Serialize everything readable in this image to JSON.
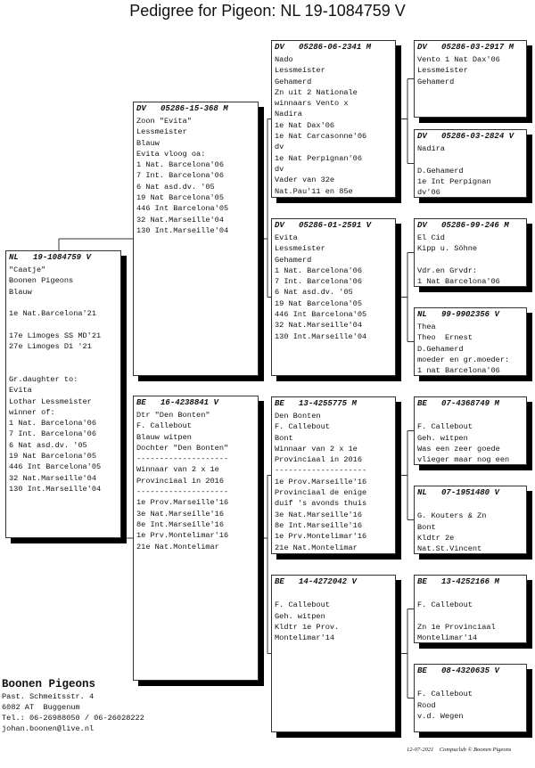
{
  "title": "Pedigree for Pigeon: NL  19-1084759 V",
  "pigeons": [
    {
      "country": "NL",
      "ring": "19-1084759",
      "sex": "V",
      "lines": [
        "\"Caatje\"",
        "Boonen Pigeons",
        "Blauw",
        "",
        "1e Nat.Barcelona'21",
        "",
        "17e Limoges SS MD'21",
        "27e Limoges D1 '21",
        "",
        "",
        "Gr.daughter to:",
        "Evita",
        "Lothar Lessmeister",
        "winner of:",
        "1 Nat. Barcelona'06",
        "7 Int. Barcelona'06",
        "6 Nat asd.dv. '05",
        "19 Nat Barcelona'05",
        "446 Int Barcelona'05",
        "32 Nat.Marseille'04",
        "130 Int.Marseille'04"
      ]
    },
    {
      "country": "DV",
      "ring": "05286-15-368",
      "sex": "M",
      "lines": [
        "Zoon \"Evita\"",
        "Lessmeister",
        "Blauw",
        "Evita vloog oa:",
        "1 Nat. Barcelona'06",
        "7 Int. Barcelona'06",
        "6 Nat asd.dv. '05",
        "19 Nat Barcelona'05",
        "446 Int Barcelona'05",
        "32 Nat.Marseille'04",
        "130 Int.Marseille'04"
      ]
    },
    {
      "country": "BE",
      "ring": "16-4238841",
      "sex": "V",
      "lines": [
        "Dtr \"Den Bonten\"",
        "F. Callebout",
        "Blauw witpen",
        "Dochter \"Den Bonten\"",
        "--------------------",
        "Winnaar van 2 x 1e",
        "Provinciaal in 2016",
        "--------------------",
        "1e Prov.Marseille'16",
        "3e Nat.Marseille'16",
        "8e Int.Marseille'16",
        "1e Prv.Montelimar'16",
        "21e Nat.Montelimar"
      ]
    },
    {
      "country": "DV",
      "ring": "05286-06-2341",
      "sex": "M",
      "lines": [
        "Nado",
        "Lessmeister",
        "Gehamerd",
        "Zn uit 2 Nationale",
        "winnaars Vento x",
        "Nadira",
        "1e Nat Dax'06",
        "1e Nat Carcasonne'06",
        "dv",
        "1e Nat Perpignan'06",
        "dv",
        "Vader van 32e",
        "Nat.Pau'11 en 85e"
      ]
    },
    {
      "country": "DV",
      "ring": "05286-01-2591",
      "sex": "V",
      "lines": [
        "Evita",
        "Lessmeister",
        "Gehamerd",
        "1 Nat. Barcelona'06",
        "7 Int. Barcelona'06",
        "6 Nat asd.dv. '05",
        "19 Nat Barcelona'05",
        "446 Int Barcelona'05",
        "32 Nat.Marseille'04",
        "130 Int.Marseille'04"
      ]
    },
    {
      "country": "BE",
      "ring": "13-4255775",
      "sex": "M",
      "lines": [
        "Den Bonten",
        "F. Callebout",
        "Bont",
        "Winnaar van 2 x 1e",
        "Provinciaal in 2016",
        "--------------------",
        "1e Prov.Marseille'16",
        "Provinciaal de enige",
        "duif 's avonds thuis",
        "3e Nat.Marseille'16",
        "8e Int.Marseille'16",
        "1e Prv.Montelimar'16",
        "21e Nat.Montelimar"
      ]
    },
    {
      "country": "BE",
      "ring": "14-4272042",
      "sex": "V",
      "lines": [
        "",
        "F. Callebout",
        "Geh. witpen",
        "Kldtr 1e Prov.",
        "Montelimar'14"
      ]
    },
    {
      "country": "DV",
      "ring": "05286-03-2917",
      "sex": "M",
      "lines": [
        "Vento 1 Nat Dax'06",
        "Lessmeister",
        "Gehamerd"
      ]
    },
    {
      "country": "DV",
      "ring": "05286-03-2824",
      "sex": "V",
      "lines": [
        "Nadira",
        "",
        "D.Gehamerd",
        "1e Int Perpignan",
        "dv'06"
      ]
    },
    {
      "country": "DV",
      "ring": "05286-99-246",
      "sex": "M",
      "lines": [
        "El Cid",
        "Kipp u. Söhne",
        "",
        "Vdr.en Grvdr:",
        "1 Nat Barcelona'06"
      ]
    },
    {
      "country": "NL",
      "ring": "99-9902356",
      "sex": "V",
      "lines": [
        "Thea",
        "Theo  Ernest",
        "D.Gehamerd",
        "moeder en gr.moeder:",
        "1 nat Barcelona'06"
      ]
    },
    {
      "country": "BE",
      "ring": "07-4368749",
      "sex": "M",
      "lines": [
        "",
        "F. Callebout",
        "Geh. witpen",
        "Was een zeer goede",
        "vlieger maar nog een"
      ]
    },
    {
      "country": "NL",
      "ring": "07-1951480",
      "sex": "V",
      "lines": [
        "",
        "G. Kouters & Zn",
        "Bont",
        "Kldtr 2e",
        "Nat.St.Vincent"
      ]
    },
    {
      "country": "BE",
      "ring": "13-4252166",
      "sex": "M",
      "lines": [
        "",
        "F. Callebout",
        "",
        "Zn 1e Provinciaal",
        "Montelimar'14"
      ]
    },
    {
      "country": "BE",
      "ring": "08-4320635",
      "sex": "V",
      "lines": [
        "",
        "F. Callebout",
        "Rood",
        "v.d. Wegen"
      ]
    }
  ],
  "breeder": {
    "name": "Boonen Pigeons",
    "address": [
      "Past. Schmeitsstr. 4",
      "6082 AT  Buggenum",
      "Tel.: 06-26988050 / 06-26028222",
      "johan.boonen@live.nl"
    ]
  },
  "footer": {
    "date": "12-07-2021",
    "credit": "Compuclub © Boonen Pigeons"
  }
}
